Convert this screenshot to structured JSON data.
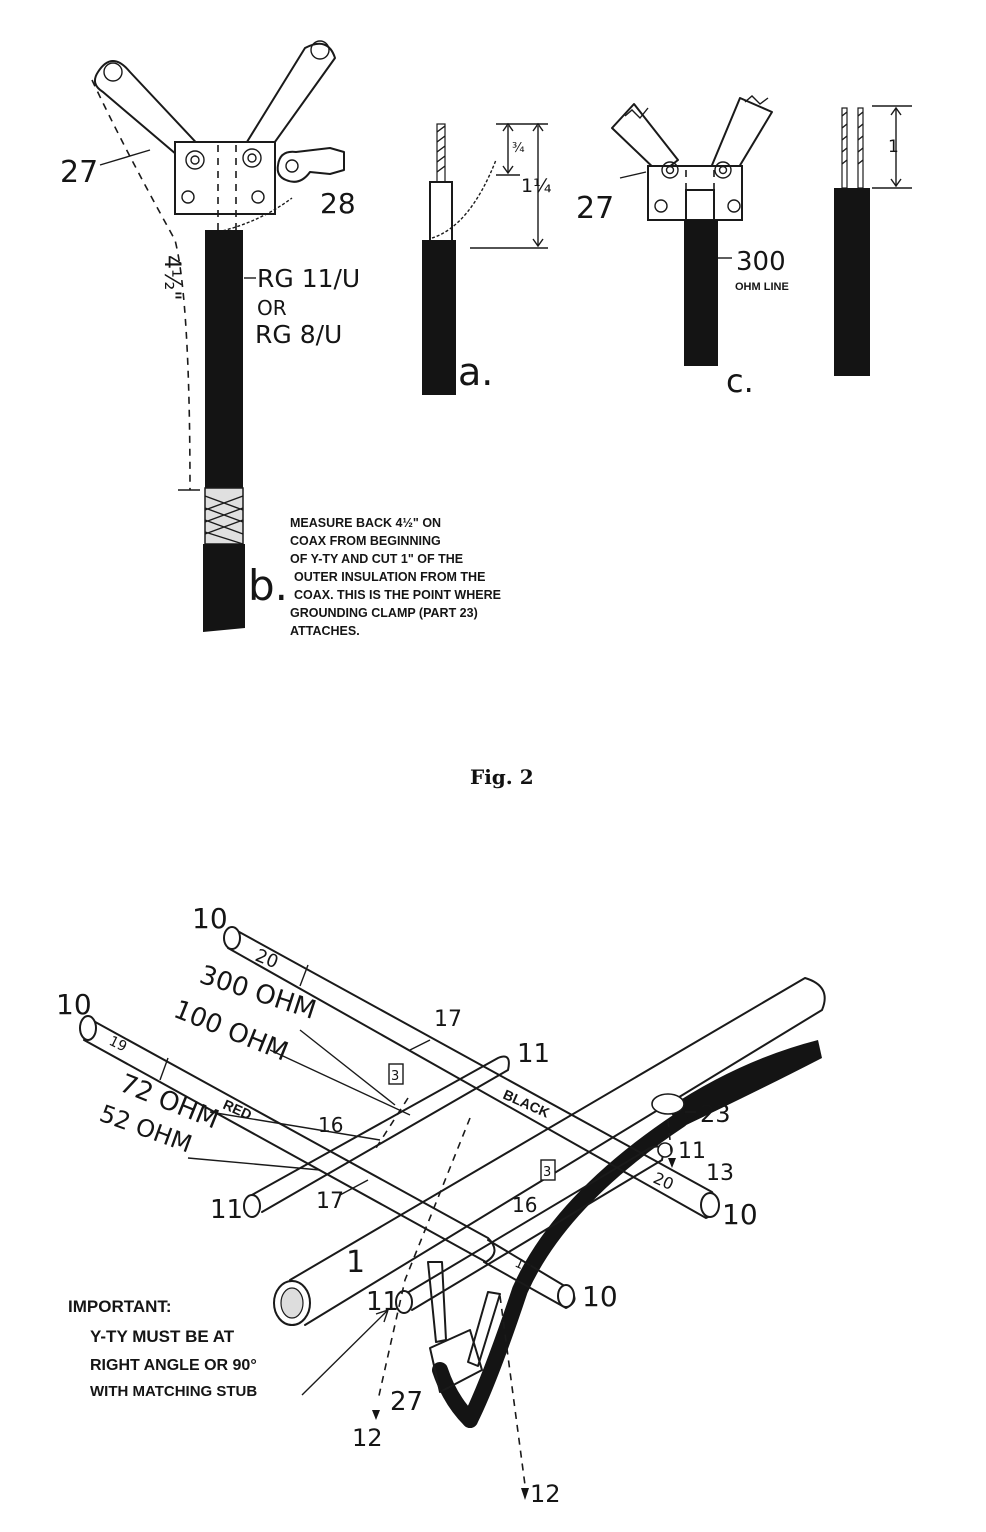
{
  "figure_caption": "Fig. 2",
  "top": {
    "panel_b": {
      "part_27": "27",
      "part_28": "28",
      "measure": "4½\"",
      "coax_line1": "RG 11/U",
      "coax_line2": "OR",
      "coax_line3": "RG 8/U",
      "panel_letter": "b.",
      "note_lines": [
        "MEASURE BACK 4½\" ON",
        "COAX FROM BEGINNING",
        "OF Y-TY AND CUT 1\" OF THE",
        "OUTER INSULATION FROM THE",
        "COAX. THIS IS THE POINT WHERE",
        "GROUNDING CLAMP (PART 23)",
        "ATTACHES."
      ]
    },
    "panel_a": {
      "dim_small": "¾",
      "dim_large": "1¼",
      "panel_letter": "a."
    },
    "panel_c": {
      "part_27": "27",
      "line_value": "300",
      "line_unit": "OHM LINE",
      "panel_letter": "c.",
      "dim": "1"
    }
  },
  "bottom": {
    "labels": {
      "p10_a": "10",
      "p20_a": "20",
      "ohm300": "300 OHM",
      "p17_a": "17",
      "p10_b": "10",
      "p19_a": "19",
      "ohm100": "100 OHM",
      "p11_a": "11",
      "p3_a": "3",
      "black": "BLACK",
      "p23": "23",
      "ohm72": "72 OHM",
      "red": "RED",
      "p16_a": "16",
      "ohm52": "52 OHM",
      "p11_b": "11",
      "p13": "13",
      "p11_c": "11",
      "p17_b": "17",
      "p3_b": "3",
      "p16_b": "16",
      "p20_b": "20",
      "p10_c": "10",
      "p1": "1",
      "p19_b": "19",
      "p11_d": "11",
      "p10_d": "10",
      "p27": "27",
      "p12_a": "12",
      "p12_b": "12"
    },
    "important": {
      "title": "IMPORTANT:",
      "lines": [
        "Y-TY MUST BE AT",
        "RIGHT ANGLE OR 90°",
        "WITH MATCHING STUB"
      ]
    }
  }
}
